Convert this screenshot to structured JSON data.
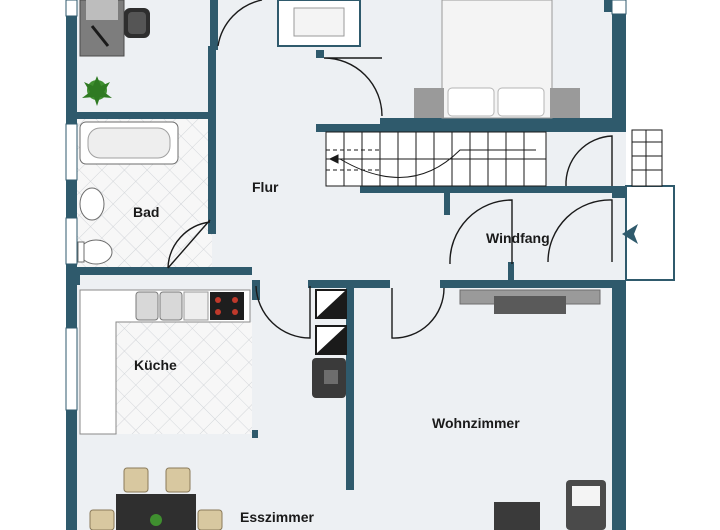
{
  "rooms": {
    "flur": "Flur",
    "bad": "Bad",
    "windfang": "Windfang",
    "kueche": "Küche",
    "wohnzimmer": "Wohnzimmer",
    "esszimmer": "Esszimmer"
  },
  "colors": {
    "wall": "#2f5a6c",
    "floor": "#edf0f3",
    "tile": "#f7f7f7",
    "tile_line": "#c9cdd2",
    "furniture_dark": "#3a3a3a",
    "furniture_grey": "#9a9a9a",
    "bed_white": "#f4f4f4",
    "plant": "#3f8f2f"
  },
  "icons": [
    "entrance-arrow-icon",
    "plant-icon",
    "office-chair-icon"
  ]
}
